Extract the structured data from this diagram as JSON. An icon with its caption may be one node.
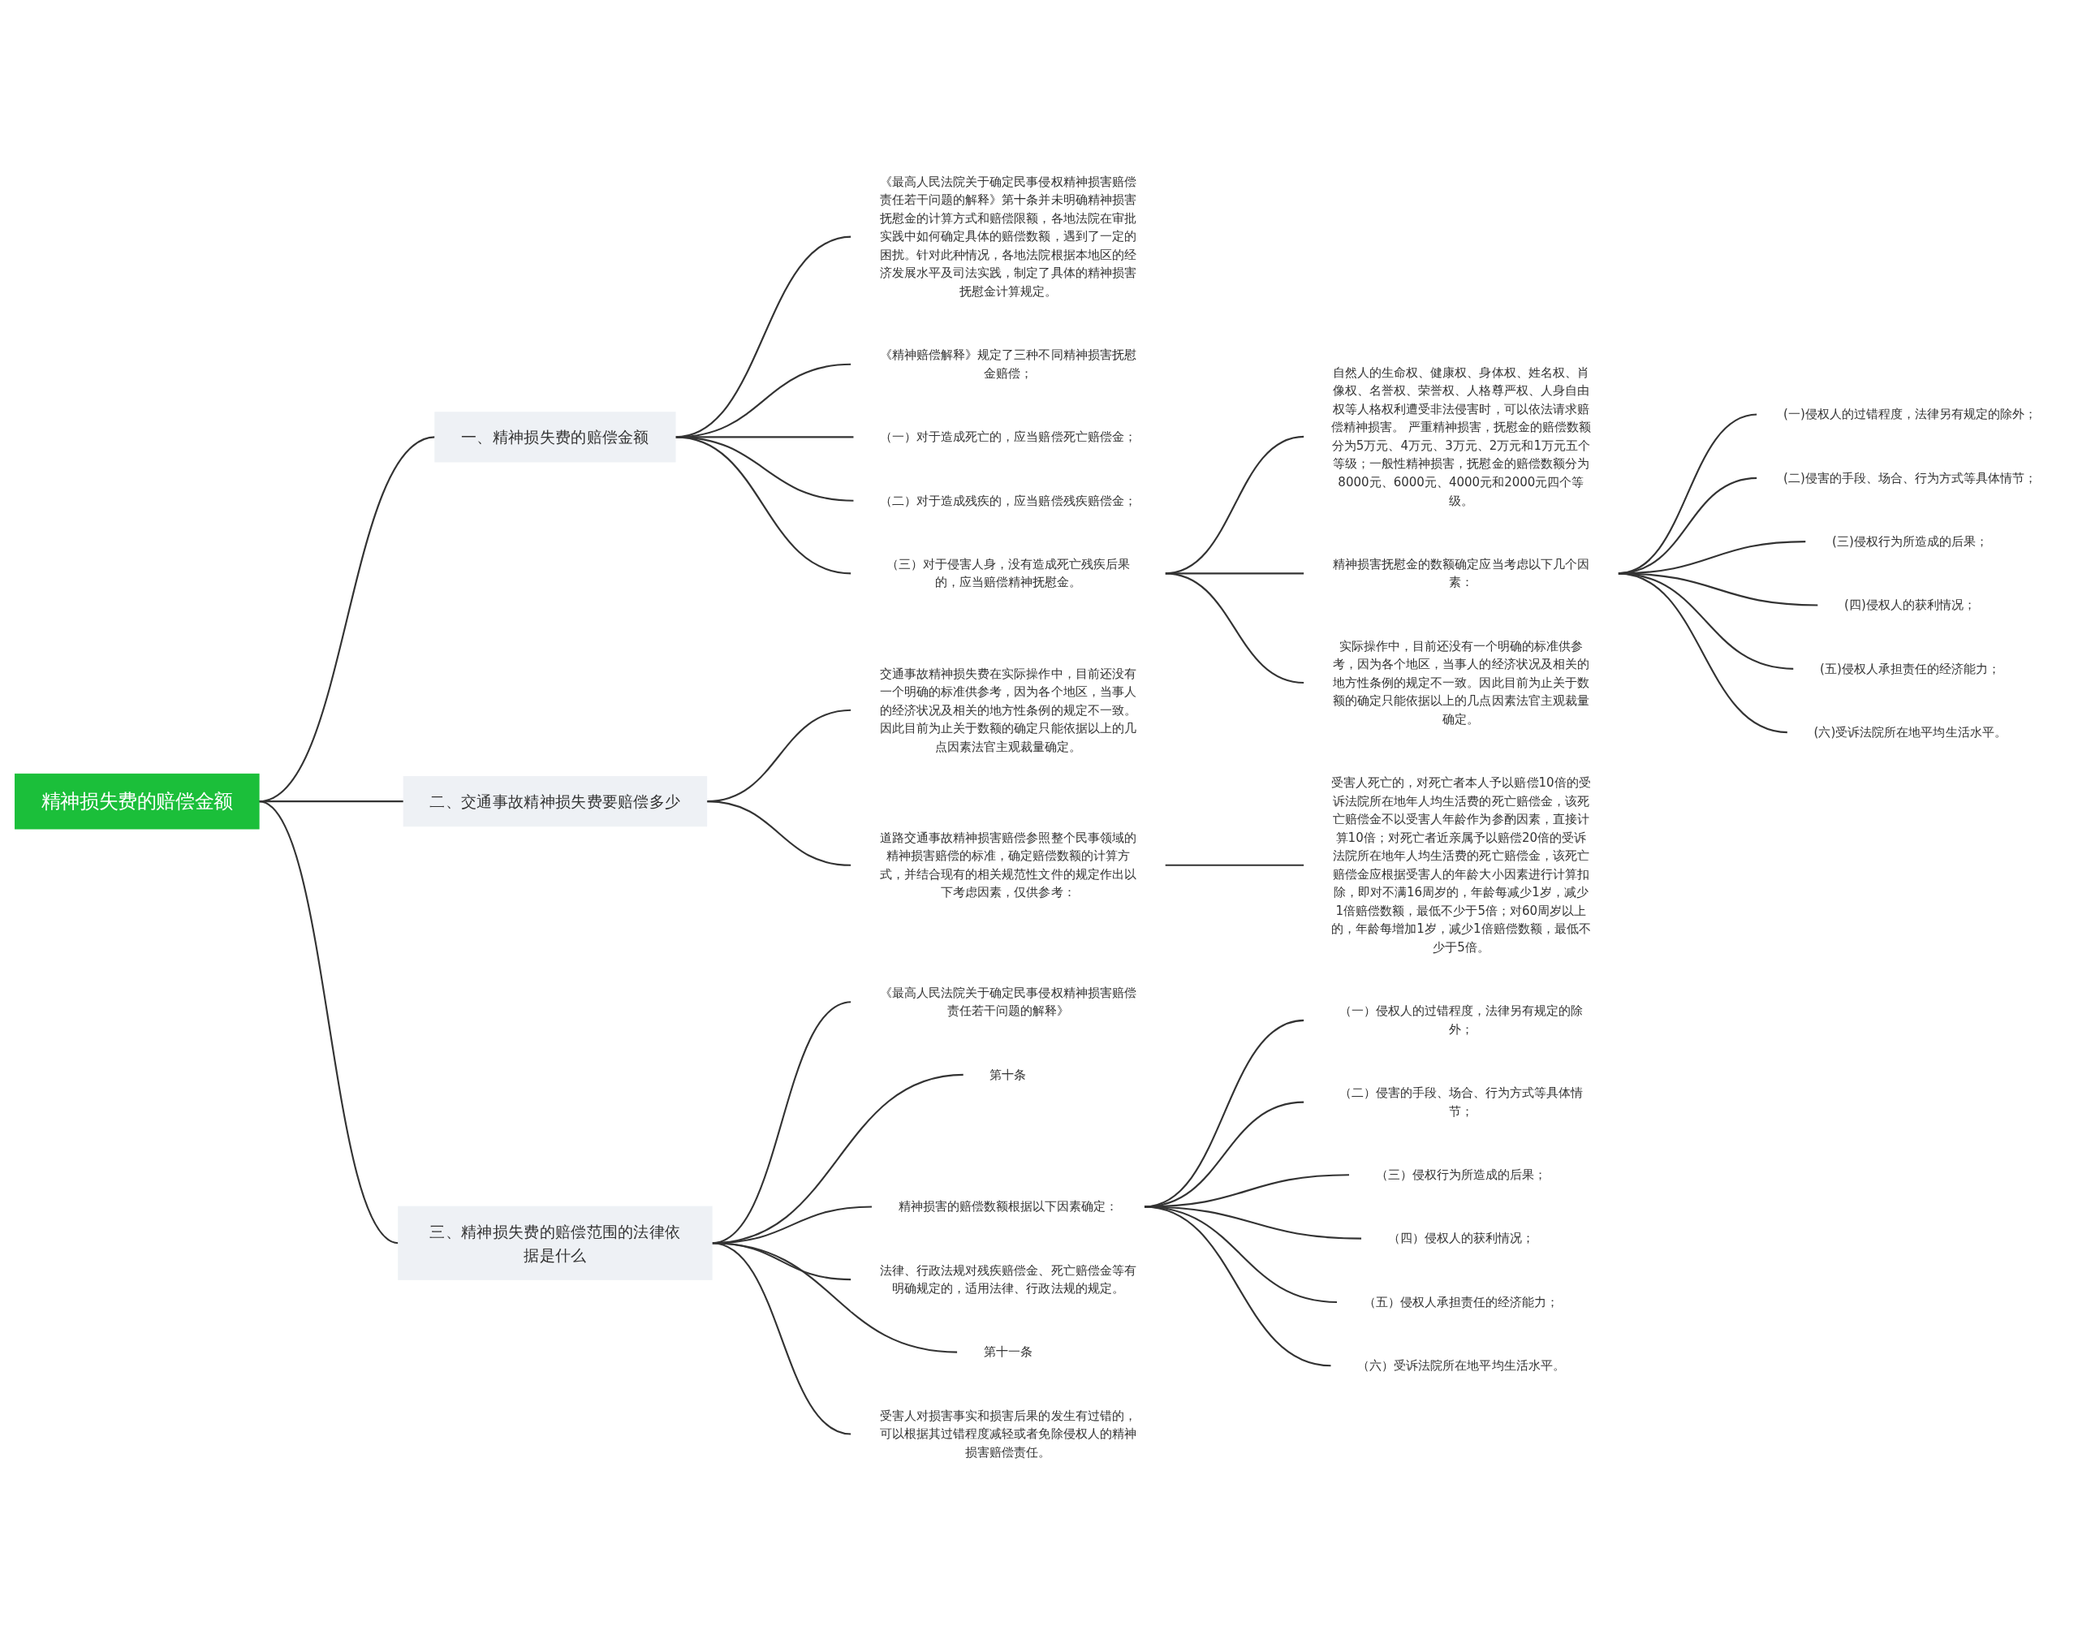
{
  "diagram": {
    "nodes": [
      {
        "text": [
          "精神损失费的赔偿金额"
        ]
      },
      {
        "text": [
          "一、精神损失费的赔偿金额"
        ]
      },
      {
        "text": [
          "《最高人民法院关于确定民事侵权精神损害赔偿责任若干问题的解释》第十条并未明确精神损害抚慰金的计算方式和赔偿限额，各地法院在审批实践中如何确定具体的赔偿数额，遇到了一定的困扰。针对此种情况，各地法院根据本地区的经济发展水平及司法实践，制定了具体的精神损害抚慰金计算规定。"
        ]
      },
      {
        "text": [
          "《精神赔偿解释》规定了三种不同精神损害抚慰金赔偿；"
        ]
      },
      {
        "text": [
          "（一）对于造成死亡的，应当赔偿死亡赔偿金；"
        ]
      },
      {
        "text": [
          "（二）对于造成残疾的，应当赔偿残疾赔偿金；"
        ]
      },
      {
        "text": [
          "（三）对于侵害人身，没有造成死亡残疾后果的，应当赔偿精神抚慰金。"
        ]
      },
      {
        "text": [
          "自然人的生命权、健康权、身体权、姓名权、肖像权、名誉权、荣誉权、人格尊严权、人身自由权等人格权利遭受非法侵害时，可以依法请求赔偿精神损害。 严重精神损害，抚慰金的赔偿数额分为5万元、4万元、3万元、2万元和1万元五个等级；一般性精神损害，抚慰金的赔偿数额分为8000元、6000元、4000元和2000元四个等级。"
        ]
      },
      {
        "text": [
          "精神损害抚慰金的数额确定应当考虑以下几个因素："
        ]
      },
      {
        "text": [
          "(一)侵权人的过错程度，法律另有规定的除外；"
        ]
      },
      {
        "text": [
          "(二)侵害的手段、场合、行为方式等具体情节；"
        ]
      },
      {
        "text": [
          "(三)侵权行为所造成的后果；"
        ]
      },
      {
        "text": [
          "(四)侵权人的获利情况；"
        ]
      },
      {
        "text": [
          "(五)侵权人承担责任的经济能力；"
        ]
      },
      {
        "text": [
          "(六)受诉法院所在地平均生活水平。"
        ]
      },
      {
        "text": [
          "实际操作中，目前还没有一个明确的标准供参考，因为各个地区，当事人的经济状况及相关的地方性条例的规定不一致。因此目前为止关于数额的确定只能依据以上的几点因素法官主观裁量确定。"
        ]
      },
      {
        "text": [
          "二、交通事故精神损失费要赔偿多少"
        ]
      },
      {
        "text": [
          "交通事故精神损失费在实际操作中，目前还没有一个明确的标准供参考，因为各个地区，当事人的经济状况及相关的地方性条例的规定不一致。因此目前为止关于数额的确定只能依据以上的几点因素法官主观裁量确定。"
        ]
      },
      {
        "text": [
          "道路交通事故精神损害赔偿参照整个民事领域的精神损害赔偿的标准，确定赔偿数额的计算方式，并结合现有的相关规范性文件的规定作出以下考虑因素，仅供参考："
        ]
      },
      {
        "text": [
          "受害人死亡的，对死亡者本人予以赔偿10倍的受诉法院所在地年人均生活费的死亡赔偿金，该死亡赔偿金不以受害人年龄作为参酌因素，直接计算10倍；对死亡者近亲属予以赔偿20倍的受诉法院所在地年人均生活费的死亡赔偿金，该死亡赔偿金应根据受害人的年龄大小因素进行计算扣除，即对不满16周岁的，年龄每减少1岁，减少1倍赔偿数额，最低不少于5倍；对60周岁以上的，年龄每增加1岁，减少1倍赔偿数额，最低不少于5倍。"
        ]
      },
      {
        "text": [
          "三、精神损失费的赔偿范围的法律依据是什么"
        ]
      },
      {
        "text": [
          "《最高人民法院关于确定民事侵权精神损害赔偿责任若干问题的解释》"
        ]
      },
      {
        "text": [
          "第十条"
        ]
      },
      {
        "text": [
          "精神损害的赔偿数额根据以下因素确定："
        ]
      },
      {
        "text": [
          "（一）侵权人的过错程度，法律另有规定的除外；"
        ]
      },
      {
        "text": [
          "（二）侵害的手段、场合、行为方式等具体情节；"
        ]
      },
      {
        "text": [
          "（三）侵权行为所造成的后果；"
        ]
      },
      {
        "text": [
          "（四）侵权人的获利情况；"
        ]
      },
      {
        "text": [
          "（五）侵权人承担责任的经济能力；"
        ]
      },
      {
        "text": [
          "（六）受诉法院所在地平均生活水平。"
        ]
      },
      {
        "text": [
          "法律、行政法规对残疾赔偿金、死亡赔偿金等有明确规定的，适用法律、行政法规的规定。"
        ]
      },
      {
        "text": [
          "第十一条"
        ]
      },
      {
        "text": [
          "受害人对损害事实和损害后果的发生有过错的，可以根据其过错程度减轻或者免除侵权人的精神损害赔偿责任。"
        ]
      }
    ],
    "edges": [
      {
        "from": 0,
        "to": 1,
        "arrow": "none"
      },
      {
        "from": 1,
        "to": 2,
        "arrow": "none"
      },
      {
        "from": 1,
        "to": 3,
        "arrow": "none"
      },
      {
        "from": 1,
        "to": 4,
        "arrow": "none"
      },
      {
        "from": 1,
        "to": 5,
        "arrow": "none"
      },
      {
        "from": 1,
        "to": 6,
        "arrow": "none"
      },
      {
        "from": 6,
        "to": 7,
        "arrow": "none"
      },
      {
        "from": 6,
        "to": 8,
        "arrow": "none"
      },
      {
        "from": 8,
        "to": 9,
        "arrow": "none"
      },
      {
        "from": 8,
        "to": 10,
        "arrow": "none"
      },
      {
        "from": 8,
        "to": 11,
        "arrow": "none"
      },
      {
        "from": 8,
        "to": 12,
        "arrow": "none"
      },
      {
        "from": 8,
        "to": 13,
        "arrow": "none"
      },
      {
        "from": 8,
        "to": 14,
        "arrow": "none"
      },
      {
        "from": 6,
        "to": 15,
        "arrow": "none"
      },
      {
        "from": 0,
        "to": 16,
        "arrow": "none"
      },
      {
        "from": 16,
        "to": 17,
        "arrow": "none"
      },
      {
        "from": 16,
        "to": 18,
        "arrow": "none"
      },
      {
        "from": 18,
        "to": 19,
        "arrow": "none"
      },
      {
        "from": 0,
        "to": 20,
        "arrow": "none"
      },
      {
        "from": 20,
        "to": 21,
        "arrow": "none"
      },
      {
        "from": 20,
        "to": 22,
        "arrow": "none"
      },
      {
        "from": 20,
        "to": 23,
        "arrow": "none"
      },
      {
        "from": 23,
        "to": 24,
        "arrow": "none"
      },
      {
        "from": 23,
        "to": 25,
        "arrow": "none"
      },
      {
        "from": 23,
        "to": 26,
        "arrow": "none"
      },
      {
        "from": 23,
        "to": 27,
        "arrow": "none"
      },
      {
        "from": 23,
        "to": 28,
        "arrow": "none"
      },
      {
        "from": 23,
        "to": 29,
        "arrow": "none"
      },
      {
        "from": 20,
        "to": 30,
        "arrow": "none"
      },
      {
        "from": 20,
        "to": 31,
        "arrow": "none"
      },
      {
        "from": 20,
        "to": 32,
        "arrow": "none"
      }
    ]
  }
}
